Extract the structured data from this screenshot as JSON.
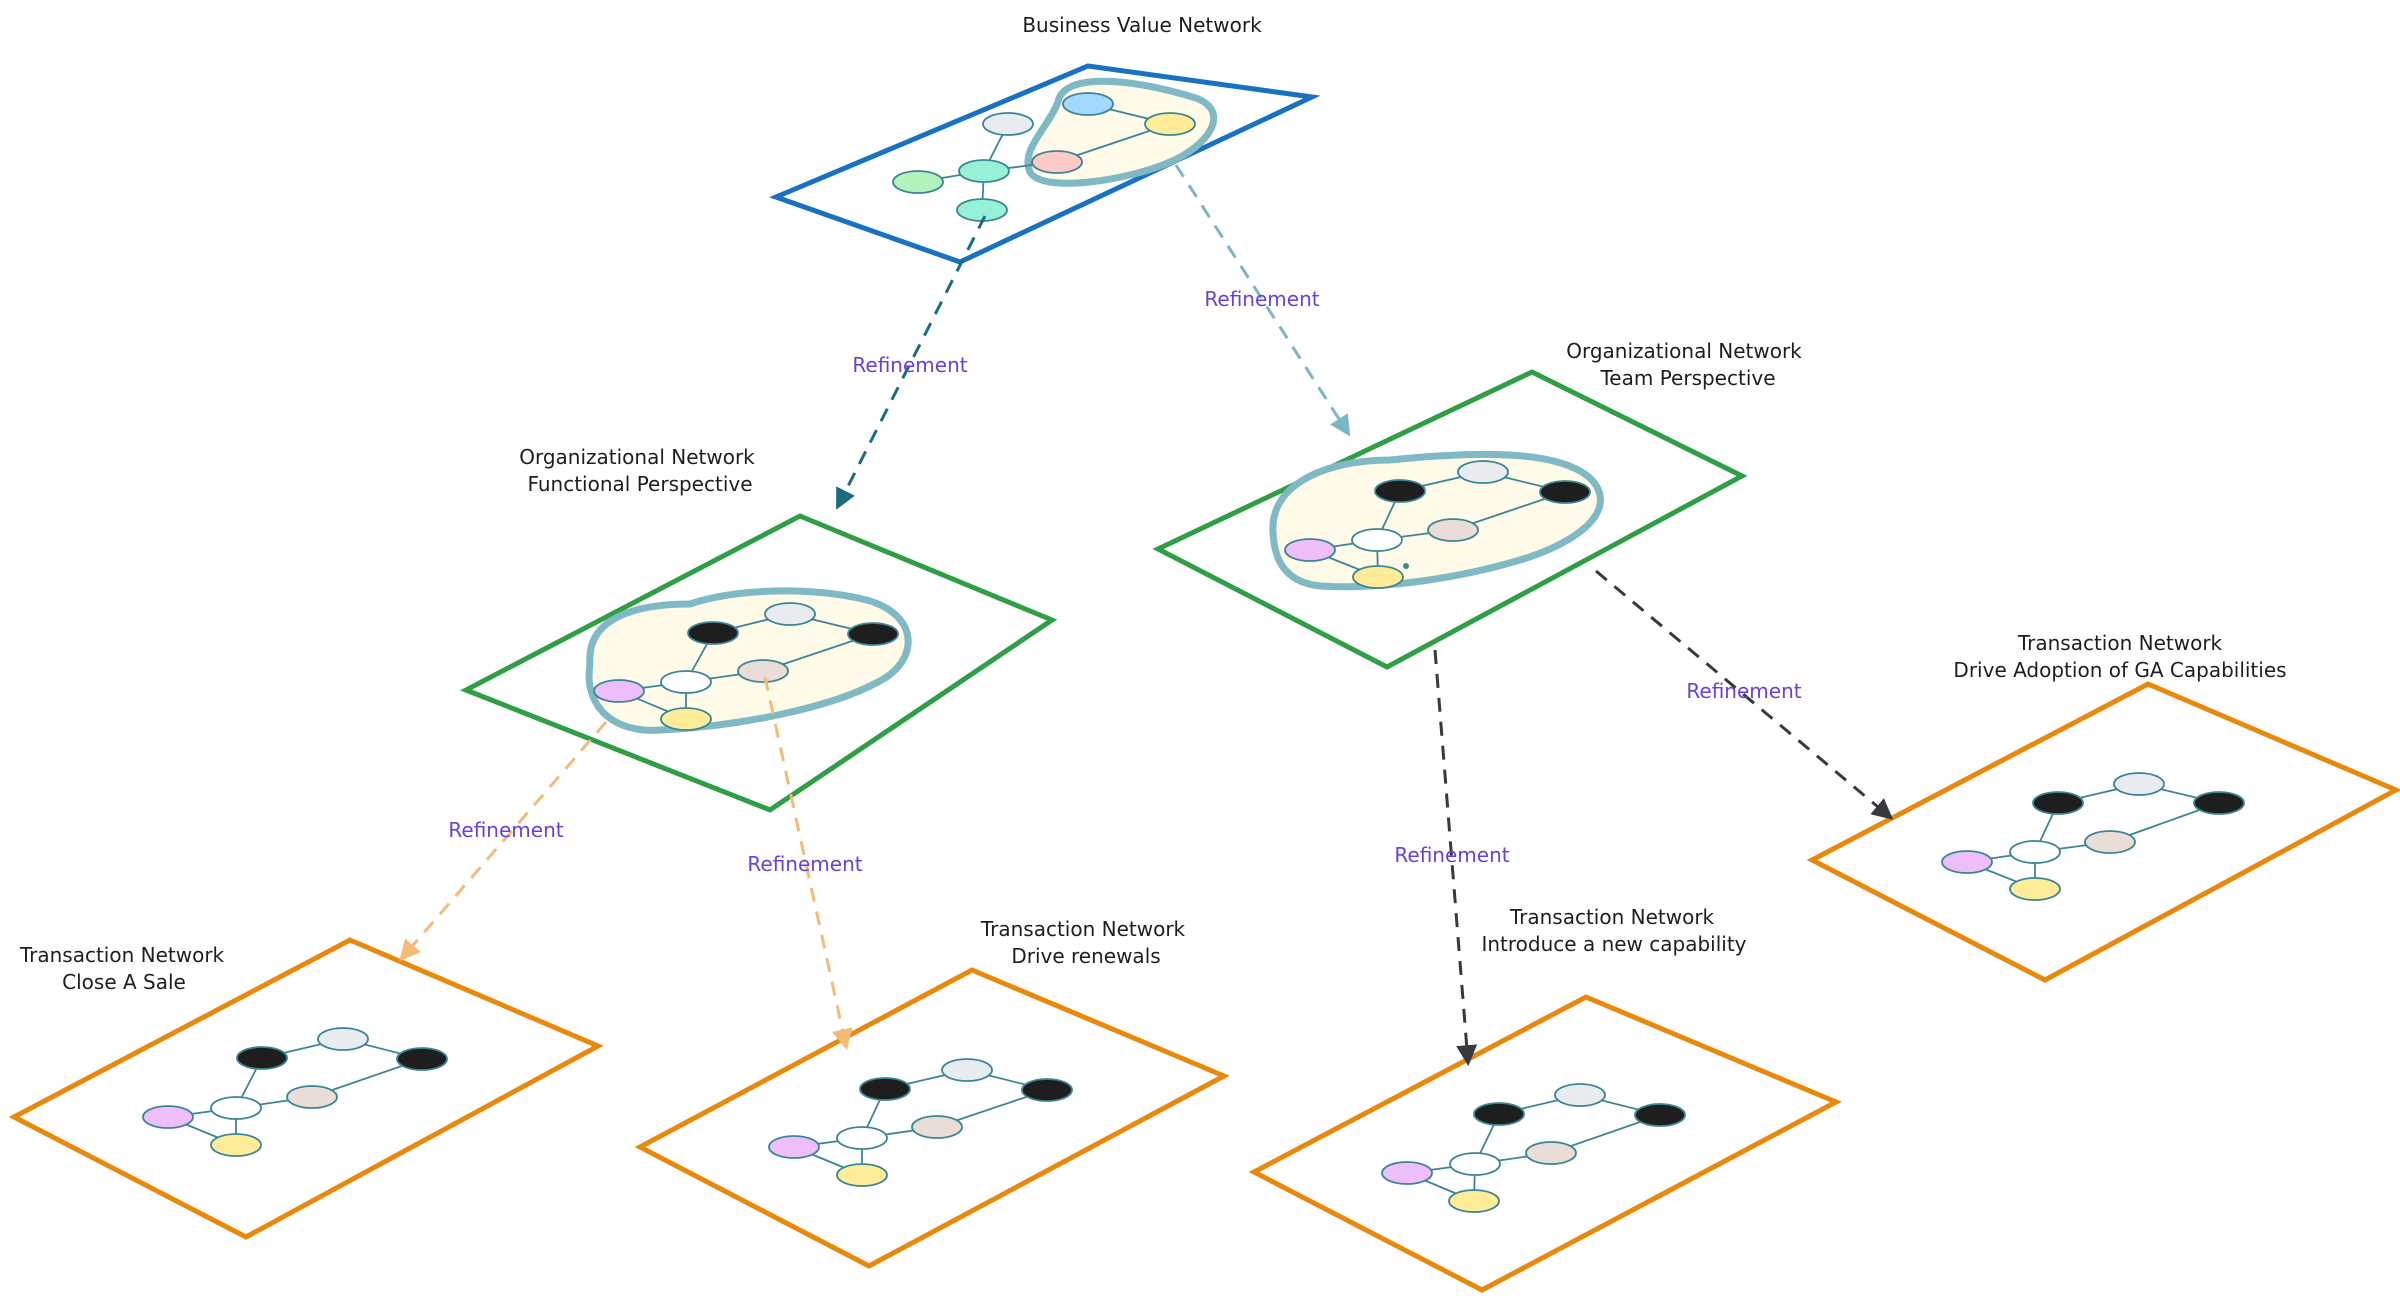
{
  "title": "Business Value Network",
  "colors": {
    "business": "#1971c2",
    "organizational": "#2f9e44",
    "transaction": "#e8890c",
    "blob_stroke": "#7fb9c3",
    "blob_fill": "#fffbe8",
    "link": "#3c8596",
    "edge_label": "#6741d9",
    "arrow_teal": "#1b6d7e",
    "arrow_light_blue": "#7ab6c8",
    "arrow_orange": "#f4bb78",
    "arrow_dark": "#343a40",
    "node_black": "#1e1e1e",
    "node_grey": "#e9ecef",
    "node_blue": "#a5d8ff",
    "node_yellow": "#ffec99",
    "node_pink": "#ffc9c9",
    "node_green": "#b2f2bb",
    "node_teal": "#96f2d7",
    "node_violet": "#eebefa",
    "node_tan": "#eaddd7",
    "node_white": "#ffffff"
  },
  "planes": {
    "org_functional": {
      "line1": "Organizational Network",
      "line2": "Functional Perspective"
    },
    "org_team": {
      "line1": "Organizational Network",
      "line2": "Team Perspective"
    },
    "tx_close_sale": {
      "line1": "Transaction Network",
      "line2": "Close A Sale"
    },
    "tx_renewals": {
      "line1": "Transaction Network",
      "line2": "Drive renewals"
    },
    "tx_new_capability": {
      "line1": "Transaction Network",
      "line2": "Introduce a new capability"
    },
    "tx_ga_capabilities": {
      "line1": "Transaction Network",
      "line2": "Drive Adoption of GA Capabilities"
    }
  },
  "edges": [
    {
      "from": "Business Value Network",
      "to": "Organizational Network Functional Perspective",
      "label": "Refinement"
    },
    {
      "from": "Business Value Network",
      "to": "Organizational Network Team Perspective",
      "label": "Refinement"
    },
    {
      "from": "Organizational Network Functional Perspective",
      "to": "Transaction Network Close A Sale",
      "label": "Refinement"
    },
    {
      "from": "Organizational Network Functional Perspective",
      "to": "Transaction Network Drive renewals",
      "label": "Refinement"
    },
    {
      "from": "Organizational Network Team Perspective",
      "to": "Transaction Network Introduce a new capability",
      "label": "Refinement"
    },
    {
      "from": "Organizational Network Team Perspective",
      "to": "Transaction Network Drive Adoption of GA Capabilities",
      "label": "Refinement"
    }
  ]
}
